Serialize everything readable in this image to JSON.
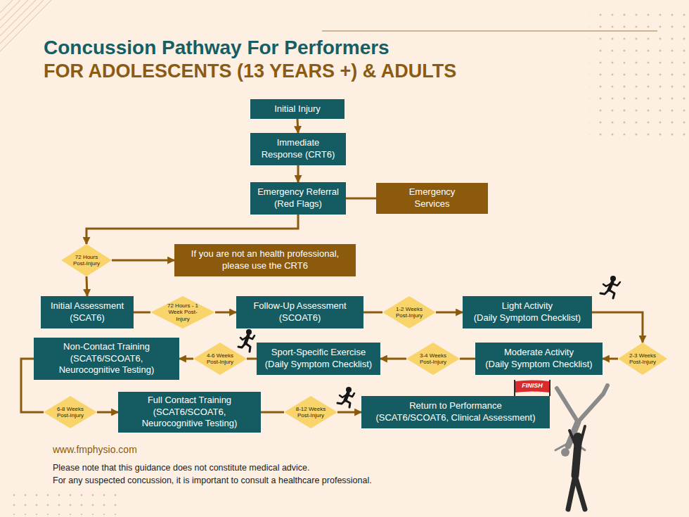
{
  "diagram": {
    "title": "Concussion Pathway For Performers",
    "nodes": [
      {
        "text": [
          "Initial Injury"
        ]
      },
      {
        "text": [
          "Immediate Response (CRT6)"
        ]
      },
      {
        "text": [
          "Emergency Referral",
          "(Red Flags)"
        ]
      },
      {
        "text": [
          "Emergency Services"
        ]
      },
      {
        "text": [
          "72 Hours Post-Injury"
        ]
      },
      {
        "text": [
          "If you are not an health professional, please use the CRT6"
        ]
      },
      {
        "text": [
          "Initial Assessment",
          "(SCAT6)"
        ]
      },
      {
        "text": [
          "72 Hours - 1 Week Post-Injury"
        ]
      },
      {
        "text": [
          "Follow-Up Assessment",
          "(SCOAT6)"
        ]
      },
      {
        "text": [
          "1-2 Weeks Post-Injury"
        ]
      },
      {
        "text": [
          "Light Activity",
          "(Daily Symptom Checklist)"
        ]
      },
      {
        "text": [
          "2-3 Weeks Post-Injury"
        ]
      },
      {
        "text": [
          "Moderate Activity",
          "(Daily Symptom Checklist)"
        ]
      },
      {
        "text": [
          "3-4 Weeks Post-Injury"
        ]
      },
      {
        "text": [
          "Sport-Specific Exercise",
          "(Daily Symptom Checklist)"
        ]
      },
      {
        "text": [
          "4-6 Weeks Post-Injury"
        ]
      },
      {
        "text": [
          "Non-Contact Training",
          "(SCAT6/SCOAT6, Neurocognitive Testing)"
        ]
      },
      {
        "text": [
          "6-8 Weeks Post-Injury"
        ]
      },
      {
        "text": [
          "Full Contact Training",
          "(SCAT6/SCOAT6, Neurocognitive Testing)"
        ]
      },
      {
        "text": [
          "8-12 Weeks Post-Injury"
        ]
      },
      {
        "text": [
          "Return to Performance",
          "(SCAT6/SCOAT6, Clinical Assessment)"
        ]
      }
    ],
    "edges": [
      {
        "from": 0,
        "to": 1,
        "arrow": "to"
      },
      {
        "from": 1,
        "to": 2,
        "arrow": "to"
      },
      {
        "from": 2,
        "to": 3,
        "arrow": "none"
      },
      {
        "from": 2,
        "to": 4,
        "arrow": "to"
      },
      {
        "from": 4,
        "to": 5,
        "arrow": "to"
      },
      {
        "from": 4,
        "to": 6,
        "arrow": "to"
      },
      {
        "from": 6,
        "to": 7,
        "arrow": "none"
      },
      {
        "from": 7,
        "to": 8,
        "arrow": "to"
      },
      {
        "from": 8,
        "to": 9,
        "arrow": "none"
      },
      {
        "from": 9,
        "to": 10,
        "arrow": "to"
      },
      {
        "from": 10,
        "to": 11,
        "arrow": "to"
      },
      {
        "from": 11,
        "to": 12,
        "arrow": "to"
      },
      {
        "from": 12,
        "to": 13,
        "arrow": "none"
      },
      {
        "from": 13,
        "to": 14,
        "arrow": "to"
      },
      {
        "from": 14,
        "to": 15,
        "arrow": "none"
      },
      {
        "from": 15,
        "to": 16,
        "arrow": "to"
      },
      {
        "from": 16,
        "to": 17,
        "arrow": "none"
      },
      {
        "from": 17,
        "to": 18,
        "arrow": "to"
      },
      {
        "from": 18,
        "to": 19,
        "arrow": "none"
      },
      {
        "from": 19,
        "to": 20,
        "arrow": "to"
      }
    ],
    "labels": [
      "FOR ADOLESCENTS (13 YEARS +) & ADULTS",
      "www.fmphysio.com",
      "Please note that this guidance does not constitute medical advice.",
      "For any suspected concussion, it is important to consult a healthcare professional.",
      "FINISH"
    ]
  }
}
